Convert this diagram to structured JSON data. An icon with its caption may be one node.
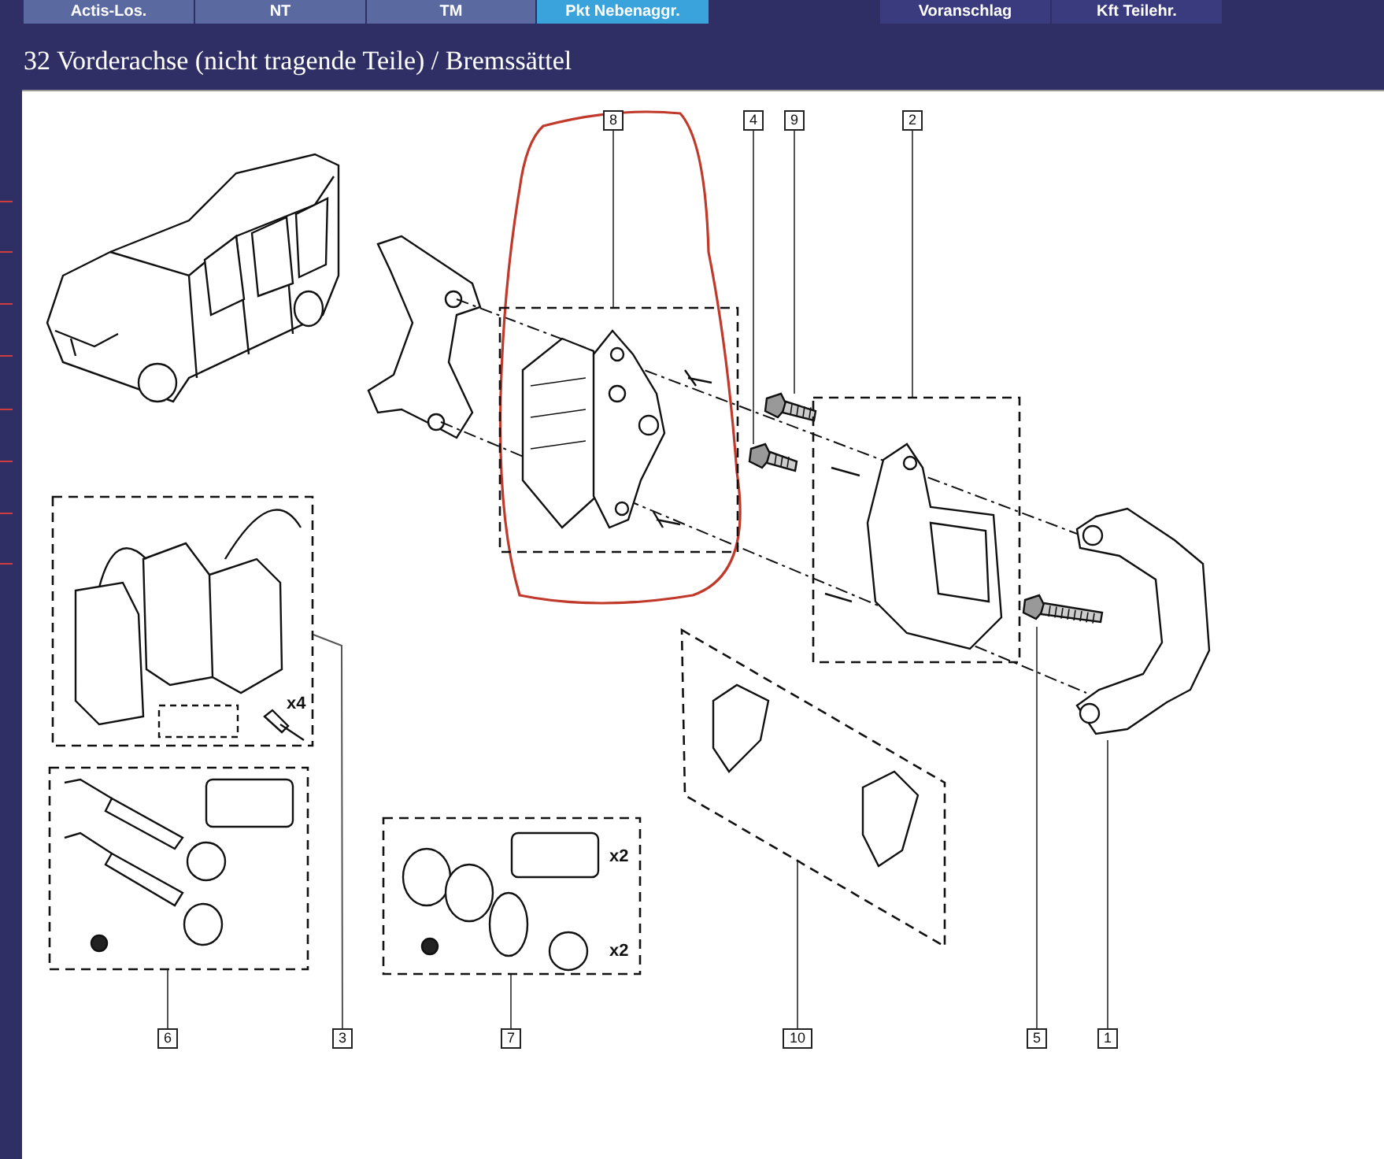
{
  "diagram": {
    "title": "32 Vorderachse (nicht tragende Teile) / Bremssättel",
    "nodes": [
      {
        "text": [
          "8"
        ]
      },
      {
        "text": [
          "4"
        ]
      },
      {
        "text": [
          "9"
        ]
      },
      {
        "text": [
          "2"
        ]
      },
      {
        "text": [],
        "shape": "box"
      },
      {
        "text": [],
        "shape": "picture"
      },
      {
        "text": [],
        "shape": "picture"
      },
      {
        "text": [],
        "shape": "box"
      },
      {
        "text": [],
        "shape": "box"
      },
      {
        "text": [],
        "shape": "picture"
      },
      {
        "text": [],
        "shape": "picture"
      },
      {
        "text": [],
        "shape": "parallelogram"
      },
      {
        "text": [],
        "shape": "box"
      },
      {
        "text": [],
        "shape": "box"
      },
      {
        "text": [
          "6"
        ]
      },
      {
        "text": [
          "3"
        ]
      },
      {
        "text": [
          "7"
        ]
      },
      {
        "text": [
          "10"
        ]
      },
      {
        "text": [
          "5"
        ]
      },
      {
        "text": [
          "1"
        ]
      }
    ],
    "edges": [
      {
        "from": 0,
        "to": 4,
        "arrow": "none"
      },
      {
        "from": 1,
        "to": 5,
        "arrow": "none"
      },
      {
        "from": 2,
        "to": 6,
        "arrow": "none"
      },
      {
        "from": 3,
        "to": 7,
        "arrow": "none"
      },
      {
        "from": 14,
        "to": 12,
        "arrow": "none"
      },
      {
        "from": 15,
        "to": 8,
        "arrow": "none"
      },
      {
        "from": 16,
        "to": 13,
        "arrow": "none"
      },
      {
        "from": 17,
        "to": 11,
        "arrow": "none"
      },
      {
        "from": 18,
        "to": 9,
        "arrow": "none"
      },
      {
        "from": 19,
        "to": 10,
        "arrow": "none"
      }
    ],
    "labels": [
      "Actis-Los.",
      "NT",
      "TM",
      "Pkt Nebenaggr.",
      "Voranschlag",
      "Kft Teilehr.",
      "x4",
      "x2",
      "x2"
    ]
  }
}
